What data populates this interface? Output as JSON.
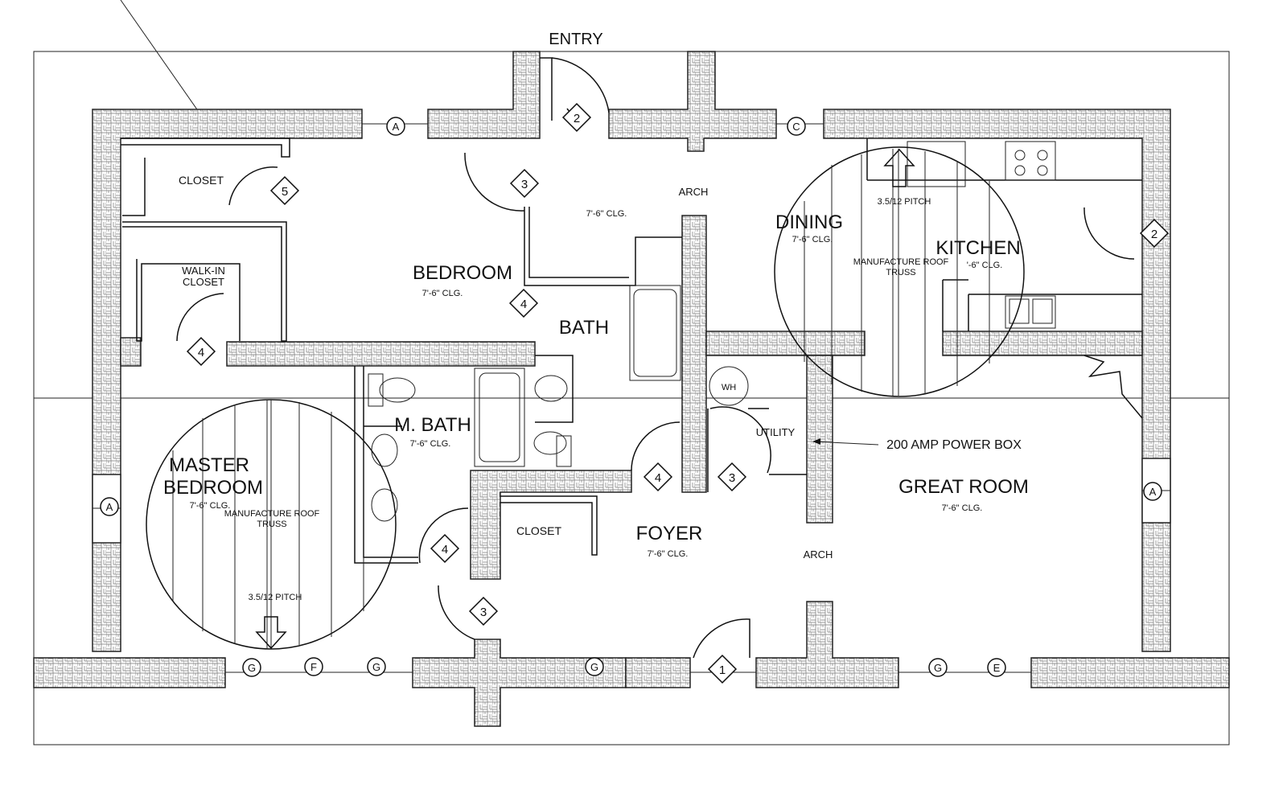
{
  "rooms": {
    "entry": {
      "label": "ENTRY"
    },
    "bedroom": {
      "label": "BEDROOM",
      "ceiling": "7'-6\" CLG."
    },
    "hall": {
      "ceiling": "7'-6\" CLG."
    },
    "bath": {
      "label": "BATH"
    },
    "master_bedroom": {
      "label_line1": "MASTER",
      "label_line2": "BEDROOM",
      "ceiling": "7'-6\" CLG."
    },
    "master_bath": {
      "label": "M. BATH",
      "ceiling": "7'-6\" CLG."
    },
    "dining": {
      "label": "DINING",
      "ceiling": "7'-6\" CLG."
    },
    "kitchen": {
      "label": "KITCHEN",
      "ceiling": "'-6\" CLG."
    },
    "utility": {
      "label": "UTILITY"
    },
    "foyer": {
      "label": "FOYER",
      "ceiling": "7'-6\" CLG."
    },
    "great_room": {
      "label": "GREAT ROOM",
      "ceiling": "7'-6\" CLG."
    },
    "closet_top": {
      "label": "CLOSET"
    },
    "walk_in_closet": {
      "line1": "WALK-IN",
      "line2": "CLOSET"
    },
    "closet_foyer": {
      "label": "CLOSET"
    }
  },
  "notes": {
    "arch_top": "ARCH",
    "arch_bottom": "ARCH",
    "power_box": "200 AMP POWER BOX",
    "water_heater": "WH",
    "truss_right_line1": "MANUFACTURE  ROOF",
    "truss_right_line2": "TRUSS",
    "pitch_right": "3.5/12  PITCH",
    "truss_left_line1": "MANUFACTURE  ROOF",
    "truss_left_line2": "TRUSS",
    "pitch_left": "3.5/12  PITCH"
  },
  "door_tags": [
    "1",
    "2",
    "2",
    "3",
    "3",
    "3",
    "4",
    "4",
    "4",
    "4",
    "5"
  ],
  "window_tags": [
    "A",
    "C",
    "A",
    "A",
    "G",
    "F",
    "G",
    "G",
    "G",
    "E"
  ]
}
